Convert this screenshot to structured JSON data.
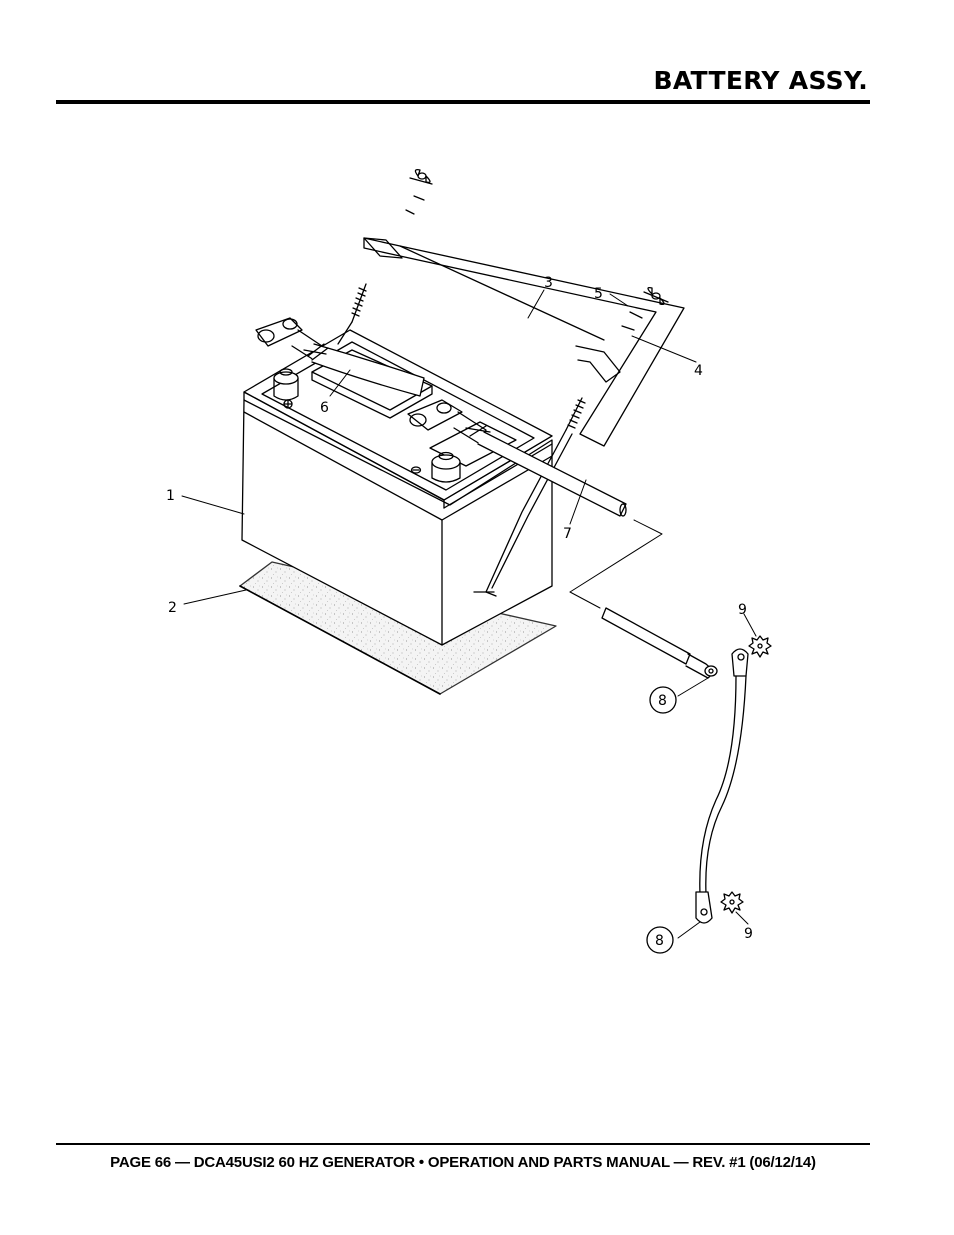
{
  "header": {
    "title": "BATTERY ASSY."
  },
  "footer": {
    "text": "PAGE 66 — DCA45USI2 60 HZ GENERATOR • OPERATION AND PARTS MANUAL — REV. #1 (06/12/14)"
  },
  "diagram": {
    "callouts": {
      "c1": "1",
      "c2": "2",
      "c3": "3",
      "c4": "4",
      "c5": "5",
      "c6": "6",
      "c7": "7",
      "c8a": "8",
      "c8b": "8",
      "c9a": "9",
      "c9b": "9"
    }
  }
}
